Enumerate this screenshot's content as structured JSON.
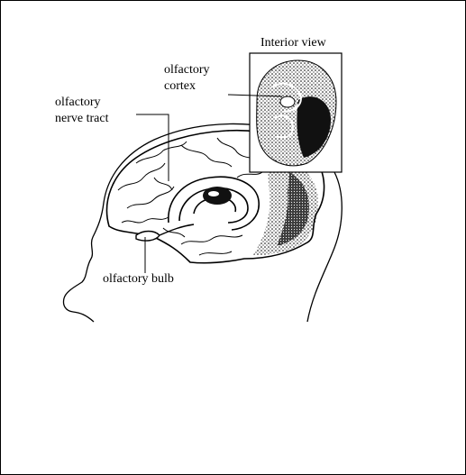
{
  "labels": {
    "interior_view": "Interior view",
    "olfactory_cortex_line1": "olfactory",
    "olfactory_cortex_line2": "cortex",
    "olfactory_nerve_tract_line1": "olfactory",
    "olfactory_nerve_tract_line2": "nerve tract",
    "olfactory_bulb": "olfactory bulb"
  },
  "colors": {
    "ink": "#000000",
    "background": "#ffffff"
  }
}
